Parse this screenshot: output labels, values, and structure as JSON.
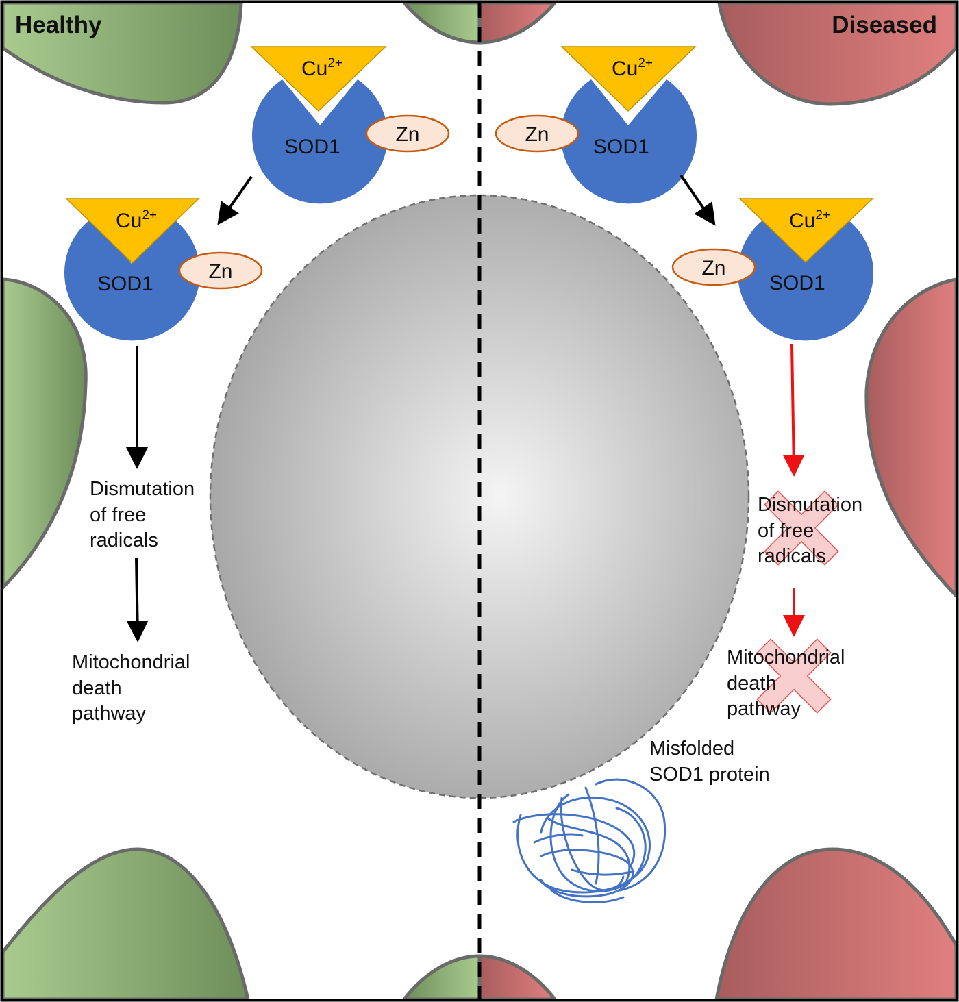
{
  "panels": {
    "healthy": {
      "title": "Healthy"
    },
    "diseased": {
      "title": "Diseased"
    }
  },
  "molecule": {
    "copper_base": "Cu",
    "copper_charge": "2+",
    "zinc": "Zn",
    "enzyme": "SOD1"
  },
  "outcomes": {
    "dismutation": [
      "Dismutation",
      "of free",
      "radicals"
    ],
    "mito": [
      "Mitochondrial",
      "death",
      "pathway"
    ]
  },
  "misfolded": [
    "Misfolded",
    "SOD1 protein"
  ],
  "colors": {
    "sod1_blue": "#4472c4",
    "copper_yellow": "#ffc000",
    "zinc_fill": "#fbe5d6",
    "zinc_stroke": "#c55a11",
    "healthy_cell": "#7f9f6b",
    "diseased_cell": "#c56a6a",
    "blocked_arrow": "#ee1111",
    "nucleus_grey": "#b4b4b4"
  }
}
